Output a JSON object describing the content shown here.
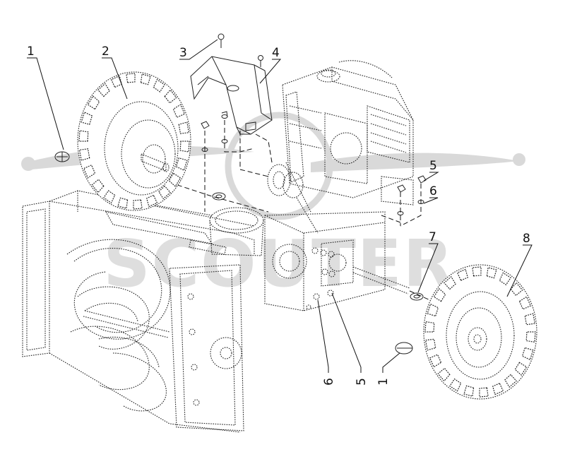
{
  "diagram": {
    "callouts": [
      {
        "id": "c1a",
        "label": "1"
      },
      {
        "id": "c2",
        "label": "2"
      },
      {
        "id": "c3",
        "label": "3"
      },
      {
        "id": "c4",
        "label": "4"
      },
      {
        "id": "c5a",
        "label": "5"
      },
      {
        "id": "c6a",
        "label": "6"
      },
      {
        "id": "c7",
        "label": "7"
      },
      {
        "id": "c8",
        "label": "8"
      },
      {
        "id": "c6b",
        "label": "6"
      },
      {
        "id": "c5b",
        "label": "5"
      },
      {
        "id": "c1b",
        "label": "1"
      }
    ]
  },
  "watermark": {
    "text": "SCOUTER",
    "color": "#d9d9d9"
  }
}
